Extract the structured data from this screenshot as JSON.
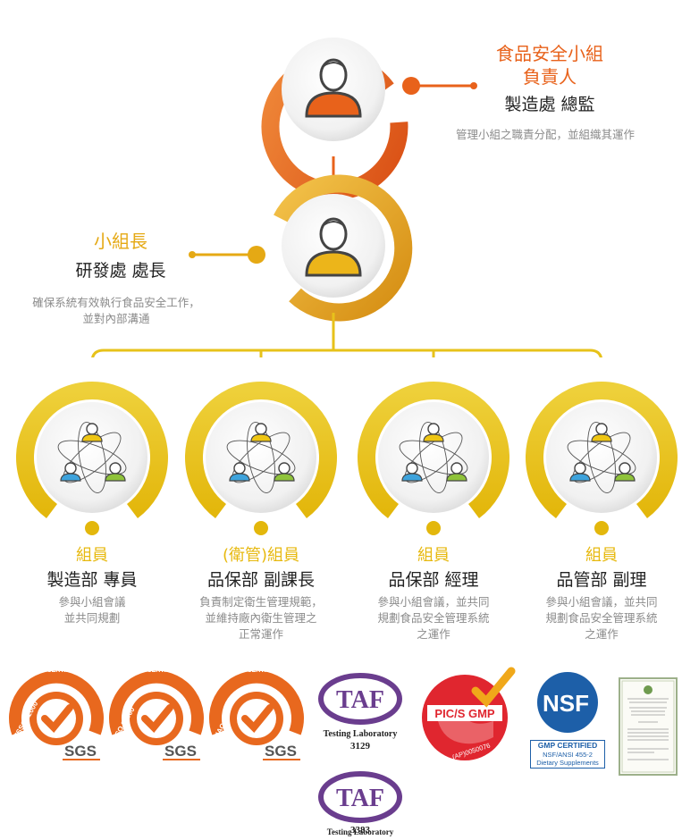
{
  "top": {
    "title_line1": "食品安全小組",
    "title_line2": "負責人",
    "name": "製造處 總監",
    "desc": "管理小組之職責分配，並組織其運作",
    "color": "#e8621b"
  },
  "leader": {
    "title": "小組長",
    "name": "研發處 處長",
    "desc_line1": "確保系統有效執行食品安全工作，",
    "desc_line2": "並對內部溝通",
    "color": "#e5a914"
  },
  "members": [
    {
      "role": "組員",
      "name": "製造部 專員",
      "desc": [
        "參與小組會議",
        "並共同規劃"
      ]
    },
    {
      "role": "(衛管)組員",
      "name": "品保部 副課長",
      "desc": [
        "負責制定衛生管理規範，",
        "並維持廠內衛生管理之",
        "正常運作"
      ]
    },
    {
      "role": "組員",
      "name": "品保部 經理",
      "desc": [
        "參與小組會議，並共同",
        "規劃食品安全管理系統",
        "之運作"
      ]
    },
    {
      "role": "組員",
      "name": "品管部 副理",
      "desc": [
        "參與小組會議，並共同",
        "規劃食品安全管理系統",
        "之運作"
      ]
    }
  ],
  "certs": {
    "sgs": [
      {
        "ring_text": "SYSTEM CERTIFICATION",
        "side_text": "FSSC 22000",
        "brand": "SGS"
      },
      {
        "ring_text": "SYSTEM CERTIFICATION",
        "side_text": "ISO 22000",
        "brand": "SGS"
      },
      {
        "ring_text": "SYSTEM CERTIFICATION",
        "side_text": "HACCP",
        "brand": "SGS"
      }
    ],
    "taf1": {
      "logo": "TAF",
      "line1": "Testing Laboratory",
      "line2": "3129"
    },
    "taf2": {
      "logo": "TAF",
      "line1": "Testing Laboratory",
      "line2": "3383"
    },
    "pics": {
      "label": "PIC/S GMP",
      "code": "(AP)0050076"
    },
    "nsf": {
      "logo": "NSF",
      "line1": "GMP CERTIFIED",
      "line2": "NSF/ANSI 455-2",
      "line3": "Dietary Supplements"
    }
  },
  "colors": {
    "orange": "#e8621b",
    "gold": "#e5a914",
    "yellow": "#e7c21a",
    "sgs_orange": "#e8681e",
    "taf_purple": "#6a3d8e",
    "pics_red": "#e0262f",
    "nsf_blue": "#1d5fa8"
  }
}
